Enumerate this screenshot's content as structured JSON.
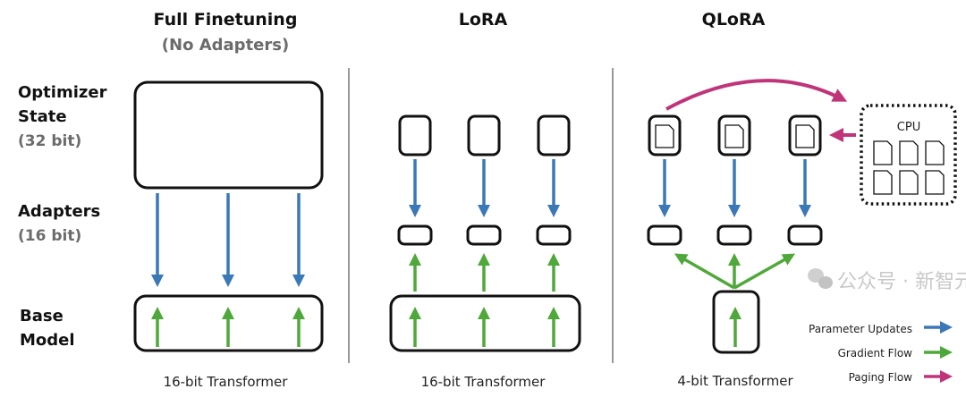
{
  "columns": [
    {
      "title": "Full Finetuning",
      "subtitle": "(No Adapters)",
      "caption": "16-bit Transformer"
    },
    {
      "title": "LoRA",
      "caption": "16-bit Transformer"
    },
    {
      "title": "QLoRA",
      "caption": "4-bit Transformer"
    }
  ],
  "rows": {
    "optimizer": {
      "label1": "Optimizer",
      "label2": "State",
      "bits": "(32 bit)"
    },
    "adapters": {
      "label": "Adapters",
      "bits": "(16 bit)"
    },
    "base": {
      "label1": "Base",
      "label2": "Model"
    }
  },
  "cpu_label": "CPU",
  "legend": [
    {
      "label": "Parameter Updates",
      "color": "#3a78b8"
    },
    {
      "label": "Gradient Flow",
      "color": "#4fa83a"
    },
    {
      "label": "Paging Flow",
      "color": "#c0347a"
    }
  ],
  "watermark": "公众号 · 新智元"
}
